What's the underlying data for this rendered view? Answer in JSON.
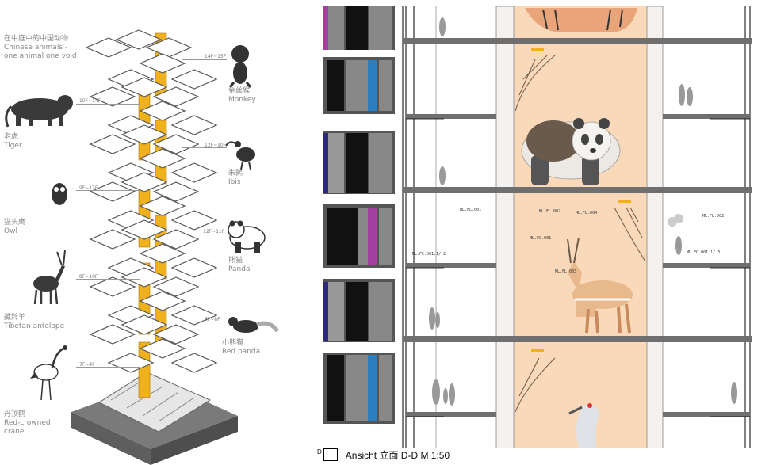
{
  "title": {
    "zh": "在中庭中的中国动物",
    "en1": "Chinese animals -",
    "en2": "one animal one void"
  },
  "animals": [
    {
      "key": "monkey",
      "zh": "金丝猴",
      "en": "Monkey",
      "range": "14F~15F"
    },
    {
      "key": "tiger",
      "zh": "老虎",
      "en": "Tiger",
      "range": "10F~14F"
    },
    {
      "key": "ibis",
      "zh": "朱鹮",
      "en": "Ibis",
      "range": "12F~10F"
    },
    {
      "key": "owl",
      "zh": "猫头鹰",
      "en": "Owl",
      "range": "9F~12F"
    },
    {
      "key": "panda",
      "zh": "熊猫",
      "en": "Panda",
      "range": "12F~11F"
    },
    {
      "key": "antelope",
      "zh": "藏羚羊",
      "en": "Tibetan antelope",
      "range": "8F~10F"
    },
    {
      "key": "redpanda",
      "zh": "小熊猫",
      "en": "Red panda",
      "range": "6F~8F"
    },
    {
      "key": "crane",
      "zh": "丹顶鹤",
      "en1": "Red-crowned",
      "en2": "crane",
      "range": "7F~4F"
    }
  ],
  "section": {
    "caption_prefix": "D",
    "caption": "Ansicht  立面  D-D  M 1:50",
    "tags": [
      "ML.FL.001",
      "ML.FL.002",
      "ML.FL.004",
      "ML.FC.001",
      "ML.FC.001.1/.2",
      "ML.FL.003",
      "ML.FC.001.1/.3",
      "ML.FL.002"
    ]
  },
  "colors": {
    "void": "#f9d9b9",
    "accent": "#f0b21c",
    "slab": "#6f6f6f",
    "magenta": "#a33fa0",
    "blue": "#2b7fc0",
    "navy": "#2d2a7c"
  }
}
